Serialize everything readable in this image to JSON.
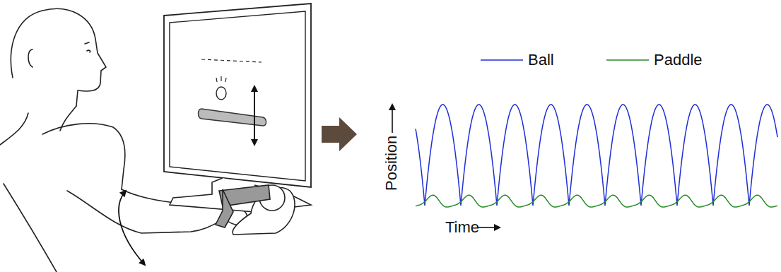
{
  "diagram": {
    "labels": [
      "Position",
      "Time"
    ],
    "legend": [
      {
        "text": "Ball"
      },
      {
        "text": "Paddle"
      }
    ]
  }
}
